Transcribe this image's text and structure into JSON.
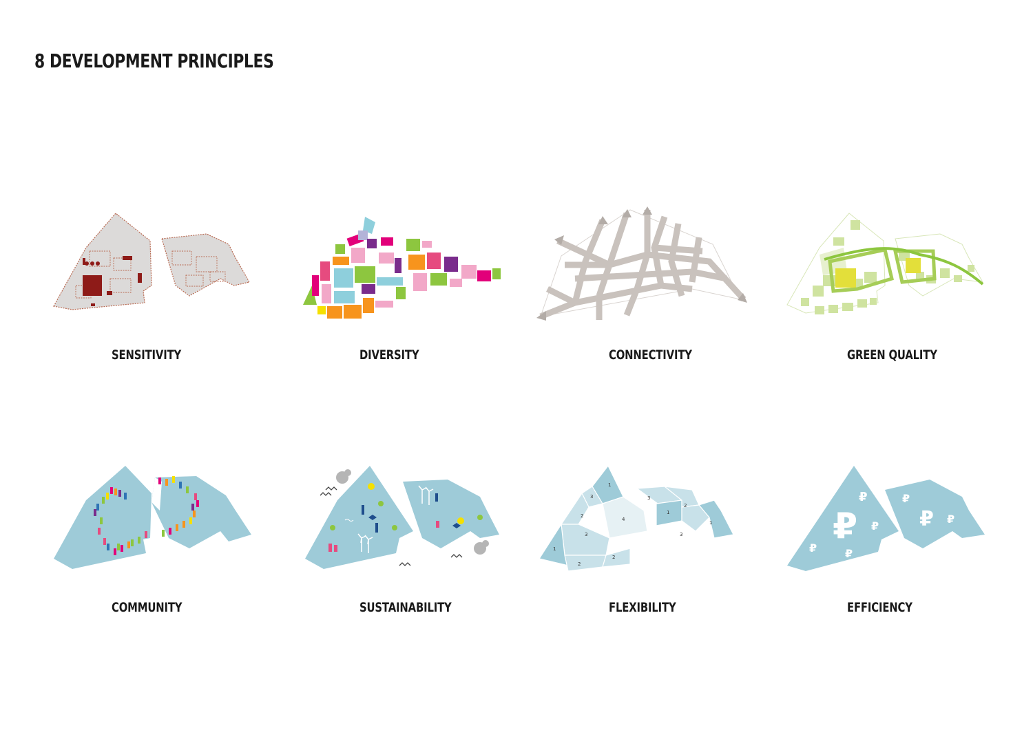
{
  "title": "8 DEVELOPMENT PRINCIPLES",
  "principles": [
    {
      "label": "SENSITIVITY"
    },
    {
      "label": "DIVERSITY"
    },
    {
      "label": "CONNECTIVITY"
    },
    {
      "label": "GREEN QUALITY"
    },
    {
      "label": "COMMUNITY"
    },
    {
      "label": "SUSTAINABILITY"
    },
    {
      "label": "FLEXIBILITY"
    },
    {
      "label": "EFFICIENCY"
    }
  ],
  "flexibility_zone_numbers": [
    "1",
    "2",
    "3",
    "4",
    "3",
    "2",
    "2",
    "1",
    "3",
    "1",
    "2",
    "3",
    "1"
  ],
  "efficiency_symbol": "₽",
  "colors": {
    "site_grey": "#dcdad9",
    "heritage_red": "#8e1b18",
    "route_grey": "#c9c2bd",
    "green_light": "#cfe3a0",
    "green_line": "#8dc63f",
    "green_yellow": "#e3df3a",
    "site_blue": "#9ecbd8",
    "zone_light": "#c8e1e9"
  }
}
